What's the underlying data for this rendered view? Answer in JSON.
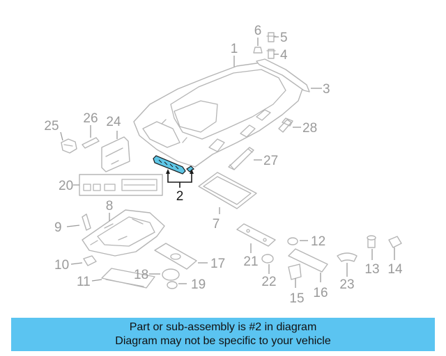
{
  "diagram": {
    "callouts": {
      "c1": "1",
      "c2": "2",
      "c3": "3",
      "c4": "4",
      "c5": "5",
      "c6": "6",
      "c7": "7",
      "c8": "8",
      "c9": "9",
      "c10": "10",
      "c11": "11",
      "c12": "12",
      "c13": "13",
      "c14": "14",
      "c15": "15",
      "c16": "16",
      "c17": "17",
      "c18": "18",
      "c19": "19",
      "c20": "20",
      "c21": "21",
      "c22": "22",
      "c23": "23",
      "c24": "24",
      "c25": "25",
      "c26": "26",
      "c27": "27",
      "c28": "28"
    },
    "highlight_color": "#5ec6e6",
    "part_color": "#b5b5b5"
  },
  "banner": {
    "line1": "Part or sub-assembly is #2 in diagram",
    "line2": "Diagram may not be specific to your vehicle",
    "background": "#5bc4f1"
  }
}
